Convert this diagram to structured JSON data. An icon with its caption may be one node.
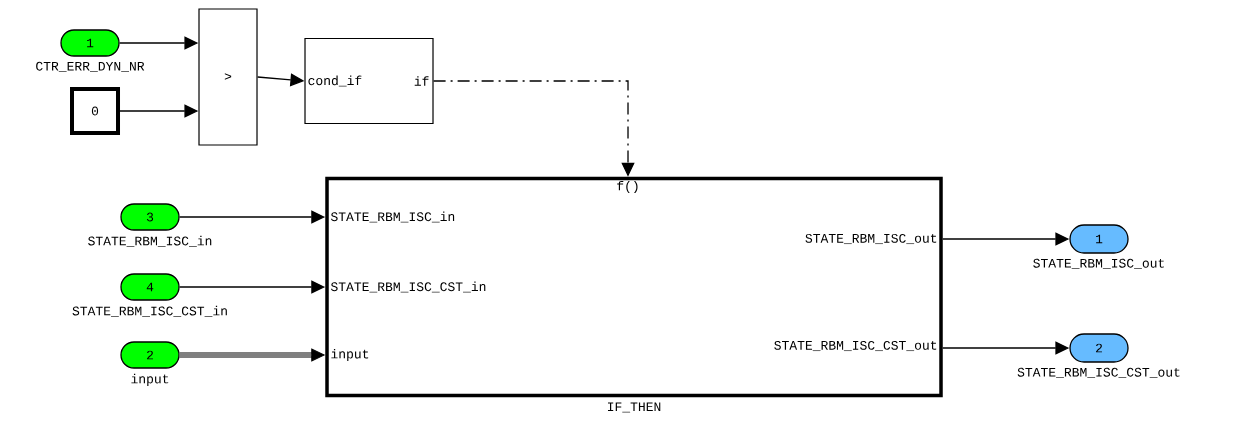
{
  "diagram": {
    "nodes": [
      {
        "text": [
          "1"
        ],
        "beside": [
          "CTR_ERR_DYN_NR"
        ]
      },
      {
        "text": [
          "0"
        ]
      },
      {
        "text": [
          ">"
        ]
      },
      {
        "text": [
          "cond_if",
          "if"
        ]
      },
      {
        "text": [
          "3"
        ],
        "beside": [
          "STATE_RBM_ISC_in"
        ]
      },
      {
        "text": [
          "4"
        ],
        "beside": [
          "STATE_RBM_ISC_CST_in"
        ]
      },
      {
        "text": [
          "2"
        ],
        "beside": [
          "input"
        ]
      },
      {
        "text": [
          "f()",
          "STATE_RBM_ISC_in",
          "STATE_RBM_ISC_CST_in",
          "input",
          "STATE_RBM_ISC_out",
          "STATE_RBM_ISC_CST_out"
        ],
        "beside": [
          "IF_THEN"
        ]
      },
      {
        "text": [
          "1"
        ],
        "beside": [
          "STATE_RBM_ISC_out"
        ]
      },
      {
        "text": [
          "2"
        ],
        "beside": [
          "STATE_RBM_ISC_CST_out"
        ]
      }
    ],
    "edges": [
      {
        "from": 0,
        "to": 2,
        "arrow": "to"
      },
      {
        "from": 1,
        "to": 2,
        "arrow": "to"
      },
      {
        "from": 2,
        "to": 3,
        "arrow": "to"
      },
      {
        "from": 3,
        "to": 7,
        "arrow": "to",
        "style": "dashed"
      },
      {
        "from": 4,
        "to": 7,
        "arrow": "to"
      },
      {
        "from": 5,
        "to": 7,
        "arrow": "to"
      },
      {
        "from": 6,
        "to": 7,
        "arrow": "to",
        "style": "thick"
      },
      {
        "from": 7,
        "to": 8,
        "arrow": "to"
      },
      {
        "from": 7,
        "to": 9,
        "arrow": "to"
      }
    ]
  }
}
